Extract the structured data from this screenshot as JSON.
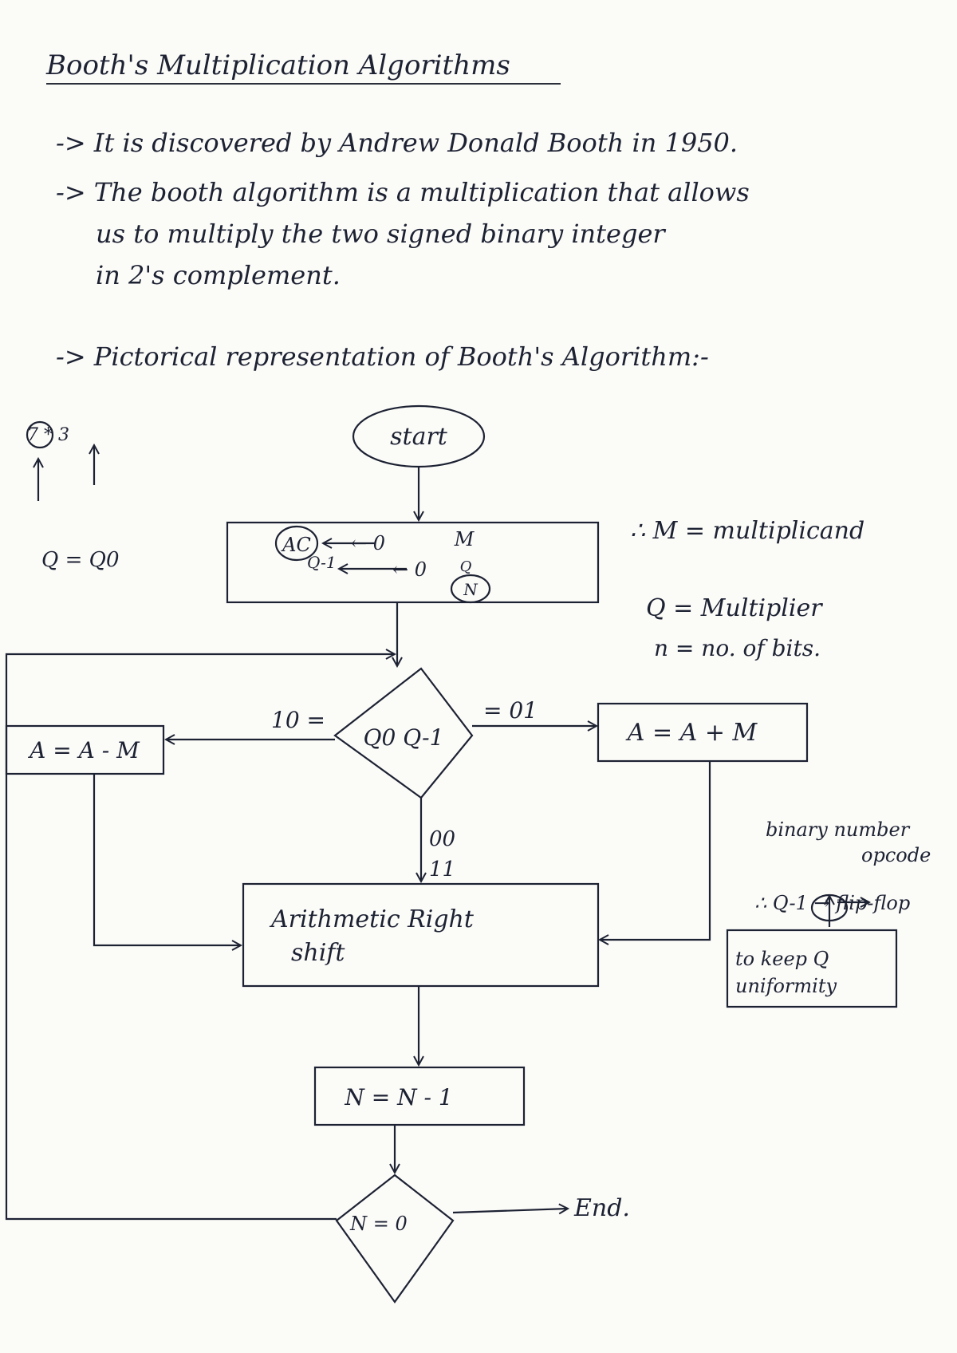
{
  "heading": "Booth's Multiplication Algorithms",
  "intro": [
    "-> It is discovered by Andrew Donald Booth in 1950.",
    "-> The booth algorithm is a multiplication that allows",
    "us to multiply the two signed binary integer",
    "in 2's complement.",
    "-> Pictorical representation of Booth's Algorithm:-"
  ],
  "side_notes": {
    "example": "7 * 3",
    "q_note": "Q = Q0",
    "m_def": "∴ M = multiplicand",
    "q_def": "Q = Multiplier",
    "n_def": "n = no. of bits.",
    "binary_note": "binary number",
    "opcode": "opcode",
    "flipflop": "∴ Q-1 → flip-flop",
    "uniformity": "to keep Q uniformity"
  },
  "flowchart": {
    "start": "start",
    "init": {
      "ac": "AC",
      "ac_val": "← 0",
      "q1": "Q-1",
      "q1_val": "← 0",
      "m": "M",
      "q": "Q",
      "n": "N"
    },
    "decision": "Q0   Q-1",
    "label_10": "10 =",
    "label_01": "= 01",
    "label_00": "00",
    "label_11": "11",
    "sub_box": "A = A - M",
    "add_box": "A = A + M",
    "shift_line1": "Arithmetic Right",
    "shift_line2": "shift",
    "decrement": "N = N - 1",
    "end_check": "N = 0",
    "end": "End."
  }
}
